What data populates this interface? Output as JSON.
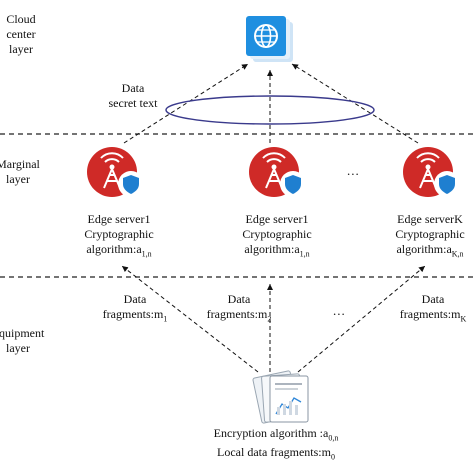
{
  "layers": {
    "cloud": [
      "Cloud",
      "center",
      "layer"
    ],
    "marginal": [
      "Marginal",
      "layer"
    ],
    "equipment": [
      "Equipment",
      "layer"
    ]
  },
  "cloud_link_label": [
    "Data",
    "secret text"
  ],
  "edge_servers": [
    {
      "name": "Edge server1",
      "role": "Cryptographic",
      "algo_prefix": "algorithm:a",
      "algo_sub": "1,n"
    },
    {
      "name": "Edge server1",
      "role": "Cryptographic",
      "algo_prefix": "algorithm:a",
      "algo_sub": "1,n"
    },
    {
      "name": "Edge serverK",
      "role": "Cryptographic",
      "algo_prefix": "algorithm:a",
      "algo_sub": "K,n"
    }
  ],
  "ellipsis": "...",
  "fragments": [
    {
      "line1": "Data",
      "prefix": "fragments:m",
      "sub": "1"
    },
    {
      "line1": "Data",
      "prefix": "fragments:m",
      "sub": "2"
    },
    {
      "line1": "Data",
      "prefix": "fragments:m",
      "sub": "K"
    }
  ],
  "device": {
    "line1_prefix": "Encryption algorithm :a",
    "line1_sub": "0,n",
    "line2_prefix": "Local data fragments:m",
    "line2_sub": "0"
  },
  "colors": {
    "server_red": "#cf2a27",
    "shield_blue": "#1f7fd0",
    "cloud_blue": "#1f8fe0",
    "ellipse": "#3a3a8c"
  },
  "icons": {
    "cloud": "globe-icon",
    "server": "antenna-icon",
    "shield": "shield-icon",
    "device": "document-stack-icon"
  }
}
